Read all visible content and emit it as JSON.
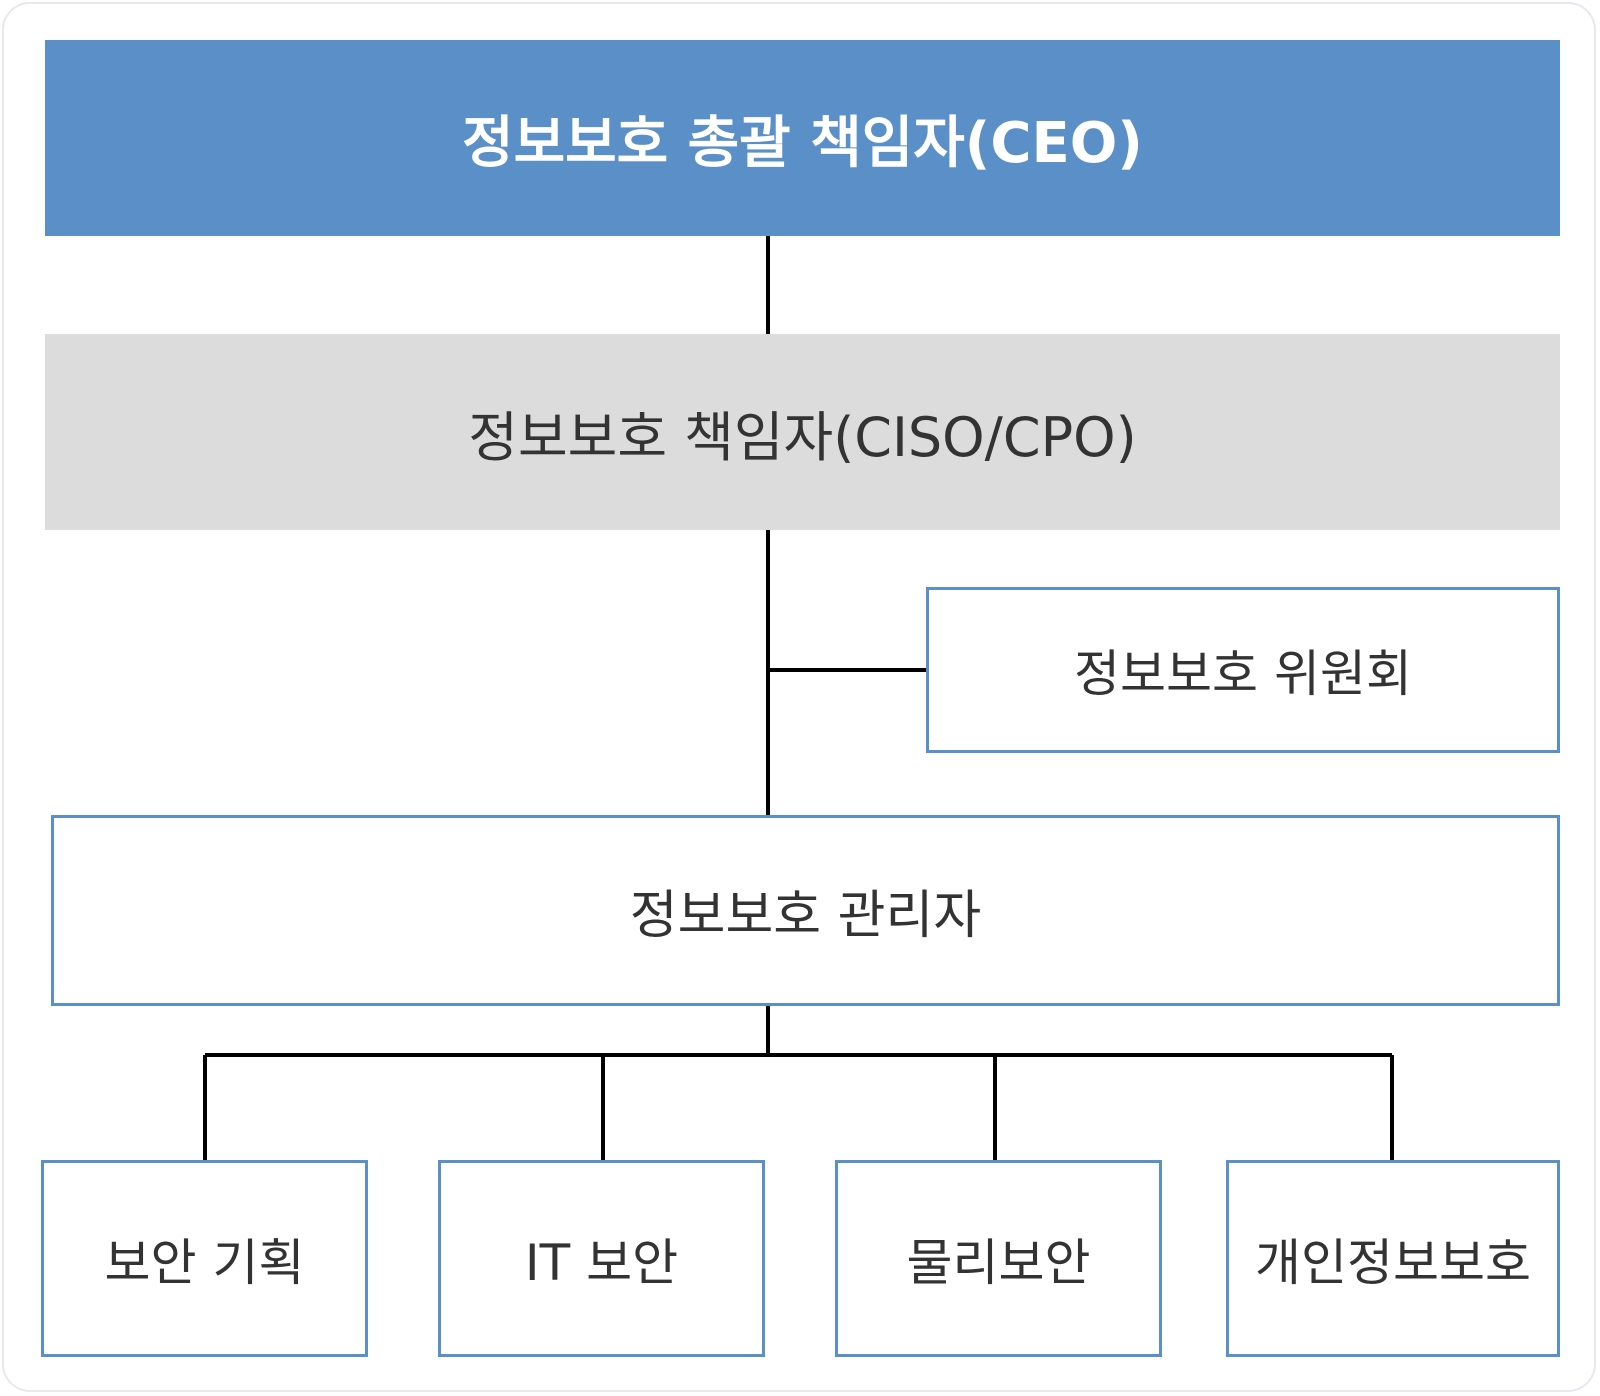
{
  "org_chart": {
    "ceo": {
      "label": "정보보호 총괄 책임자(CEO)"
    },
    "ciso": {
      "label": "정보보호 책임자(CISO/CPO)"
    },
    "committee": {
      "label": "정보보호 위원회"
    },
    "manager": {
      "label": "정보보호 관리자"
    },
    "teams": [
      {
        "label": "보안 기획"
      },
      {
        "label": "IT 보안"
      },
      {
        "label": "물리보안"
      },
      {
        "label": "개인정보보호"
      }
    ]
  },
  "colors": {
    "accent_blue": "#5b8fc7",
    "gray_fill": "#dcdcdc",
    "line": "#000000"
  }
}
